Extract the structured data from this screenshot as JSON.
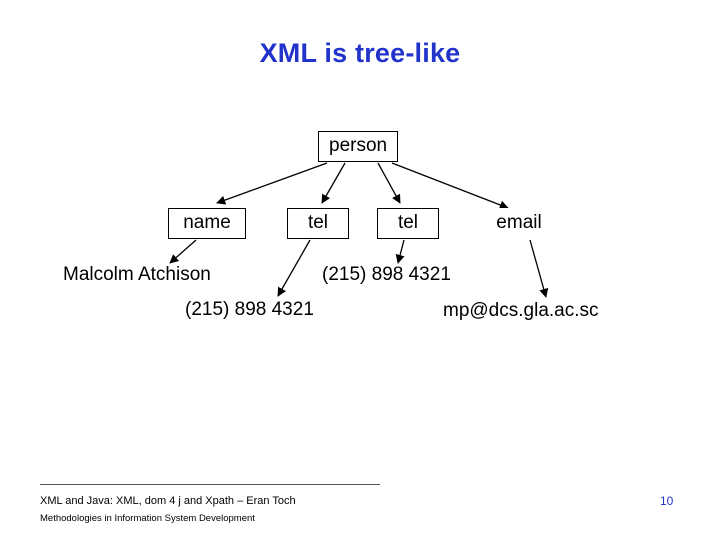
{
  "slide": {
    "title": "XML is tree-like",
    "title_color": "#2233cc",
    "page_number": "10",
    "footer": {
      "line1": "XML and Java: XML, dom 4 j and Xpath – Eran Toch",
      "line2": "Methodologies in Information System Development"
    }
  },
  "diagram": {
    "nodes": [
      {
        "id": "person",
        "label": "person"
      },
      {
        "id": "name",
        "label": "name"
      },
      {
        "id": "tel1",
        "label": "tel"
      },
      {
        "id": "tel2",
        "label": "tel"
      },
      {
        "id": "email",
        "label": "email"
      }
    ],
    "leaves": [
      {
        "id": "name-value",
        "label": "Malcolm Atchison"
      },
      {
        "id": "tel1-value",
        "label": "(215) 898 4321"
      },
      {
        "id": "tel2-value",
        "label": "(215) 898 4321"
      },
      {
        "id": "email-value",
        "label": "mp@dcs.gla.ac.sc"
      }
    ],
    "edges": [
      {
        "from": "person",
        "to": "name"
      },
      {
        "from": "person",
        "to": "tel1"
      },
      {
        "from": "person",
        "to": "tel2"
      },
      {
        "from": "person",
        "to": "email"
      },
      {
        "from": "name",
        "to": "name-value"
      },
      {
        "from": "tel1",
        "to": "tel1-value"
      },
      {
        "from": "tel2",
        "to": "tel2-value"
      },
      {
        "from": "email",
        "to": "email-value"
      }
    ]
  }
}
